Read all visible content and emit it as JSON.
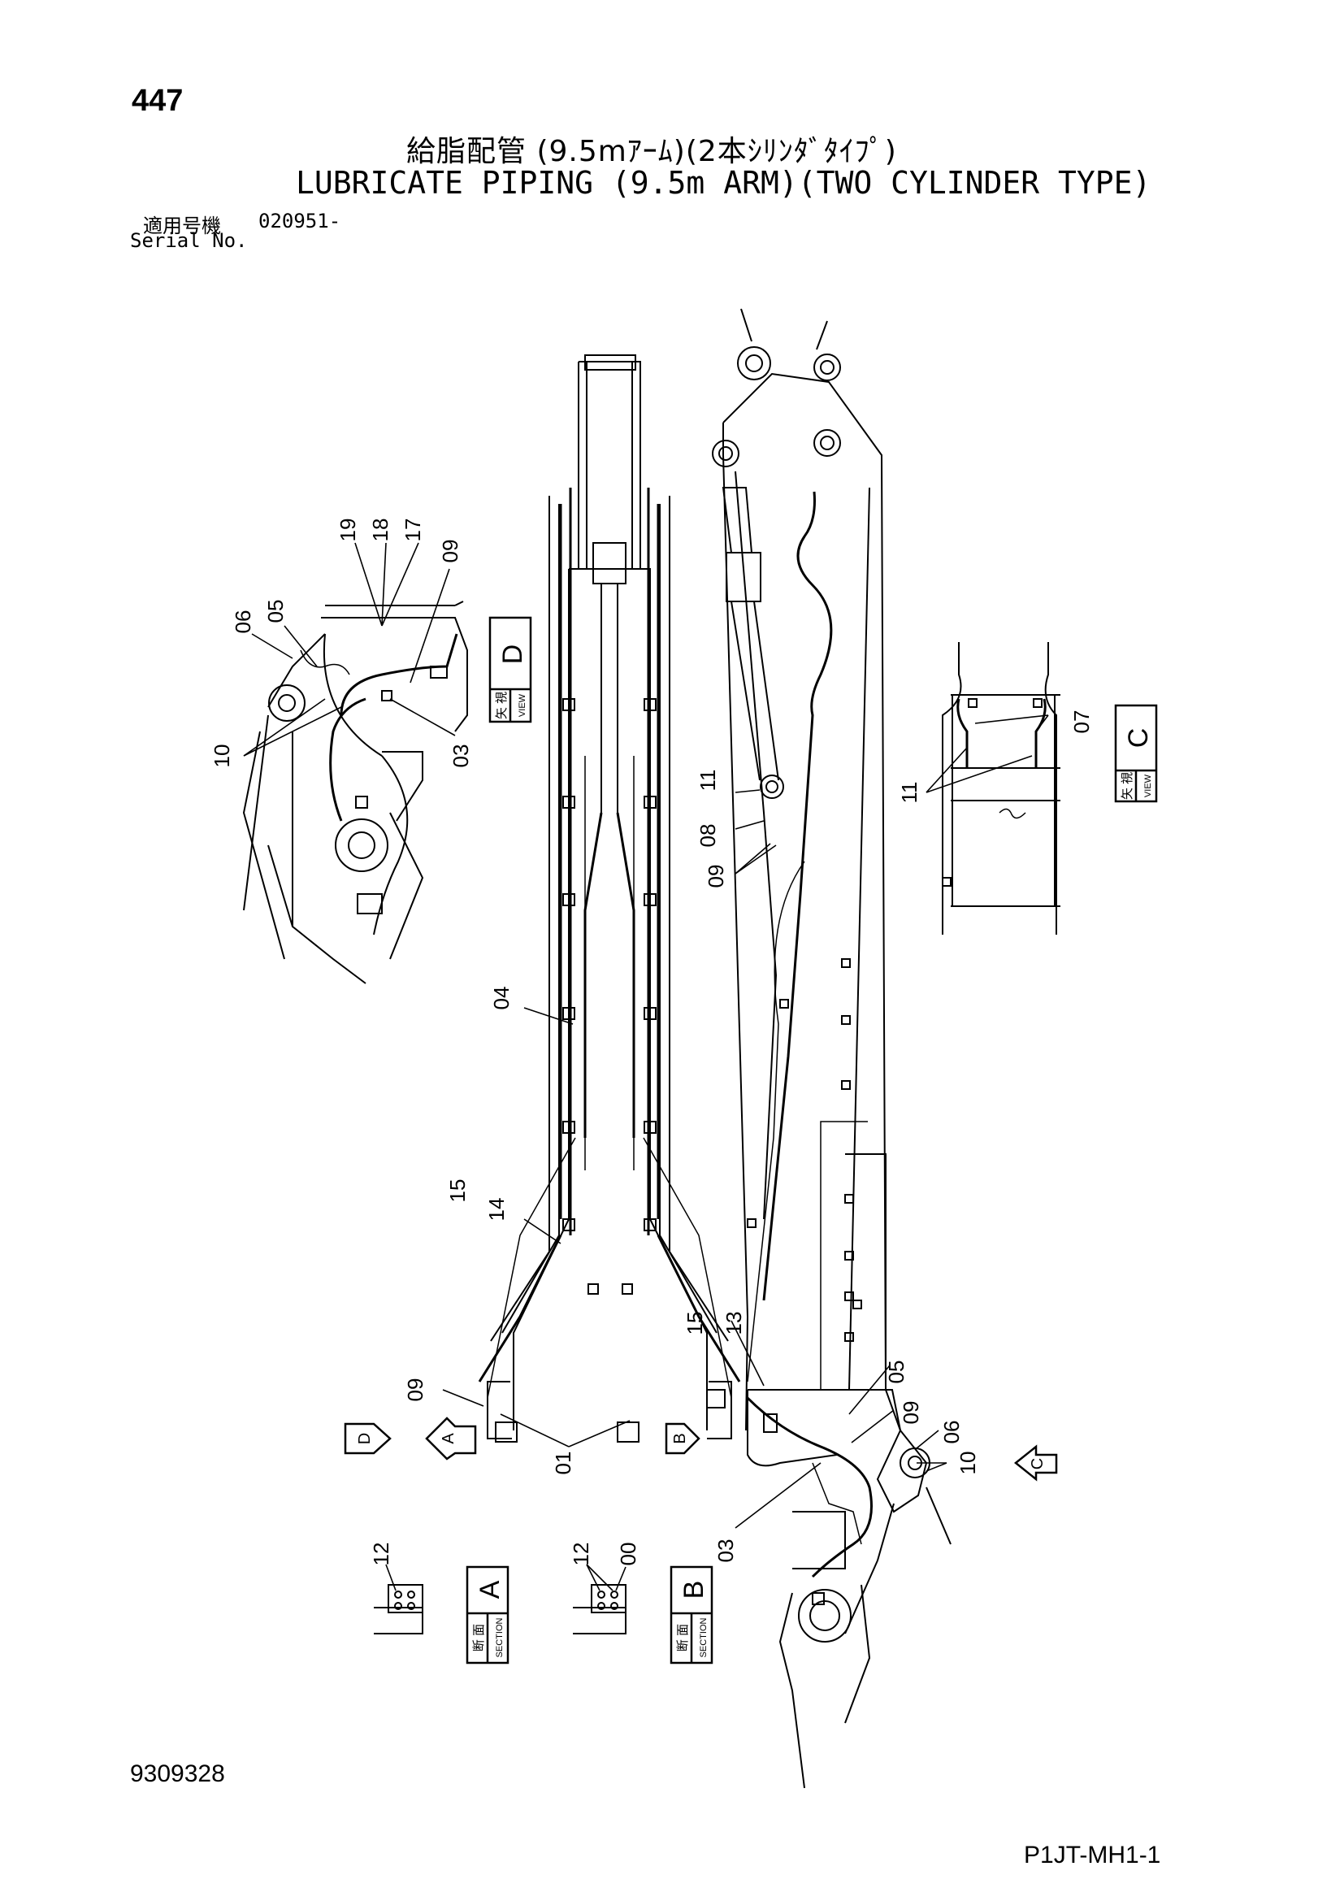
{
  "header": {
    "page_number": "447",
    "title_jp": "給脂配管 (9.5mｱｰﾑ)(2本ｼﾘﾝﾀﾞﾀｲﾌﾟ)",
    "title_en": "LUBRICATE PIPING (9.5m ARM)(TWO CYLINDER TYPE)",
    "serial_label_jp": "適用号機",
    "serial_value": "020951-",
    "serial_label_en": "Serial No."
  },
  "footer": {
    "doc_number": "9309328",
    "page_code": "P1JT-MH1-1"
  },
  "views": {
    "view_d": {
      "letter": "D",
      "jp": "矢 視",
      "en": "VIEW"
    },
    "view_c": {
      "letter": "C",
      "jp": "矢 視",
      "en": "VIEW"
    },
    "section_a": {
      "letter": "A",
      "jp": "断 面",
      "en": "SECTION"
    },
    "section_b": {
      "letter": "B",
      "jp": "断 面",
      "en": "SECTION"
    }
  },
  "arrows": {
    "d": "D",
    "a": "A",
    "b": "B",
    "c": "C"
  },
  "callouts": {
    "d19": "19",
    "d18": "18",
    "d17": "17",
    "d09": "09",
    "d06": "06",
    "d05": "05",
    "d10": "10",
    "d03": "03",
    "m04": "04",
    "m15": "15",
    "m14": "14",
    "m09": "09",
    "m01": "01",
    "r11": "11",
    "r08": "08",
    "r09": "09",
    "r15": "15",
    "r13": "13",
    "r05": "05",
    "r09b": "09",
    "r06": "06",
    "r10": "10",
    "r03": "03",
    "c07": "07",
    "c11": "11",
    "a12": "12",
    "b12": "12",
    "b00": "00"
  }
}
